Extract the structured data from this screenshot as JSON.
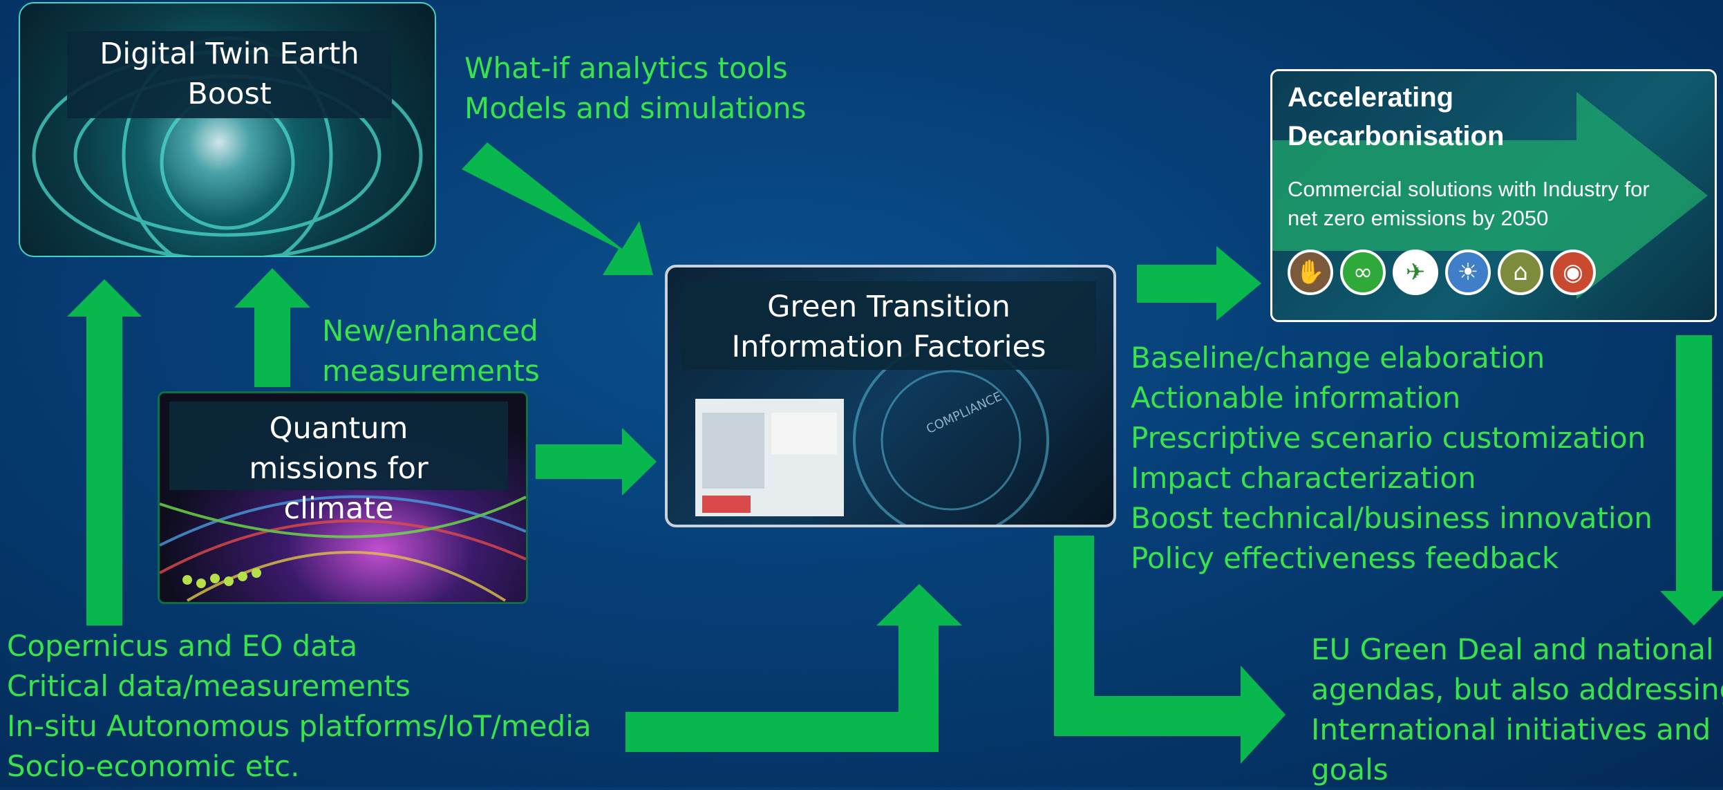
{
  "panels": {
    "digital_twin": {
      "title": "Digital Twin Earth Boost"
    },
    "quantum": {
      "title": "Quantum missions for climate"
    },
    "factories": {
      "title": "Green Transition Information Factories",
      "screen_word": "COMPLIANCE"
    },
    "decarbonisation": {
      "title": "Accelerating Decarbonisation",
      "subtitle": "Commercial solutions with Industry for net zero emissions by 2050",
      "icons": [
        "leaf-hand-icon",
        "recycle-infinity-icon",
        "airplane-icon",
        "solar-panel-icon",
        "farm-icon",
        "heatmap-icon"
      ]
    }
  },
  "labels": {
    "analytics": [
      "What-if analytics tools",
      "Models and simulations"
    ],
    "measurements": [
      "New/enhanced",
      "measurements"
    ],
    "data_sources": [
      "Copernicus and EO data",
      "Critical data/measurements",
      "In-situ Autonomous platforms/IoT/media",
      "Socio-economic etc."
    ],
    "outputs": [
      "Baseline/change elaboration",
      "Actionable information",
      "Prescriptive scenario customization",
      "Impact characterization",
      "Boost technical/business innovation",
      "Policy effectiveness feedback"
    ],
    "green_deal": [
      "EU Green Deal and national",
      "agendas, but also addressing",
      "International initiatives and",
      "goals"
    ]
  },
  "colors": {
    "arrow": "#08b84e",
    "text_green": "#39e34a",
    "background": "#063d74"
  }
}
